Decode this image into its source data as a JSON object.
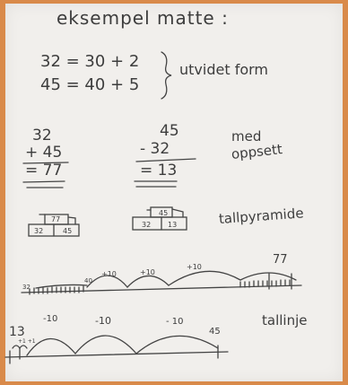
{
  "title": "eksempel matte :",
  "expanded": {
    "line1": "32 = 30 + 2",
    "line2": "45 = 40 + 5",
    "label": "utvidet form"
  },
  "column_setup": {
    "addition": {
      "top": "32",
      "second": "+ 45",
      "result": "= 77"
    },
    "subtraction": {
      "top": "45",
      "second": "- 32",
      "result": "= 13"
    },
    "label_line1": "med",
    "label_line2": "oppsett"
  },
  "pyramid": {
    "left": {
      "top": "77",
      "bottom_left": "32",
      "bottom_right": "45"
    },
    "right": {
      "top": "45",
      "bottom_left": "32",
      "bottom_right": "13"
    },
    "label": "tallpyramide"
  },
  "numberline1": {
    "start": "32",
    "end": "77",
    "mark": "40",
    "jumps": [
      "+10",
      "+10",
      "+10"
    ]
  },
  "numberline2": {
    "start": "13",
    "end": "45",
    "small_jump": "+1 +1",
    "jumps": [
      "-10",
      "-10",
      "- 10"
    ],
    "label": "tallinje"
  }
}
